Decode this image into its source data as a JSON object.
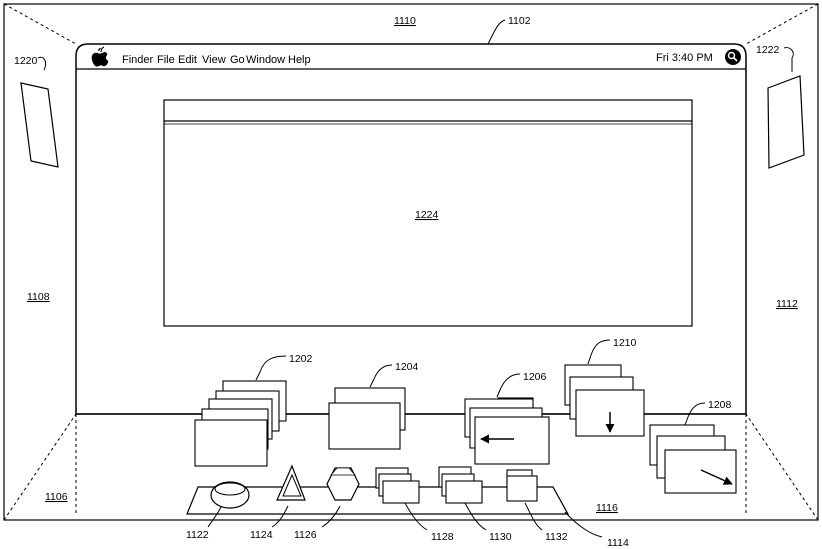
{
  "menubar": {
    "items": [
      "Finder",
      "File",
      "Edit",
      "View",
      "Go",
      "Window",
      "Help"
    ],
    "clock": "Fri 3:40 PM",
    "apple_icon": "apple-logo-icon",
    "spotlight_icon": "search-icon"
  },
  "labels": {
    "l1102": "1102",
    "l1110": "1110",
    "l1220": "1220",
    "l1222": "1222",
    "l1224": "1224",
    "l1108": "1108",
    "l1112": "1112",
    "l1106": "1106",
    "l1116": "1116",
    "l1114": "1114",
    "l1202": "1202",
    "l1204": "1204",
    "l1206": "1206",
    "l1208": "1208",
    "l1210": "1210",
    "l1122": "1122",
    "l1124": "1124",
    "l1126": "1126",
    "l1128": "1128",
    "l1130": "1130",
    "l1132": "1132"
  },
  "icons": {
    "dock_1122": "disc-icon",
    "dock_1124": "triangle-icon",
    "dock_1126": "hexagon-icon",
    "stack_arrow_left": "arrow-left-icon",
    "stack_arrow_down": "arrow-down-icon",
    "stack_arrow_diagonal": "arrow-down-right-icon"
  },
  "colors": {
    "line": "#000000",
    "background": "#ffffff"
  }
}
